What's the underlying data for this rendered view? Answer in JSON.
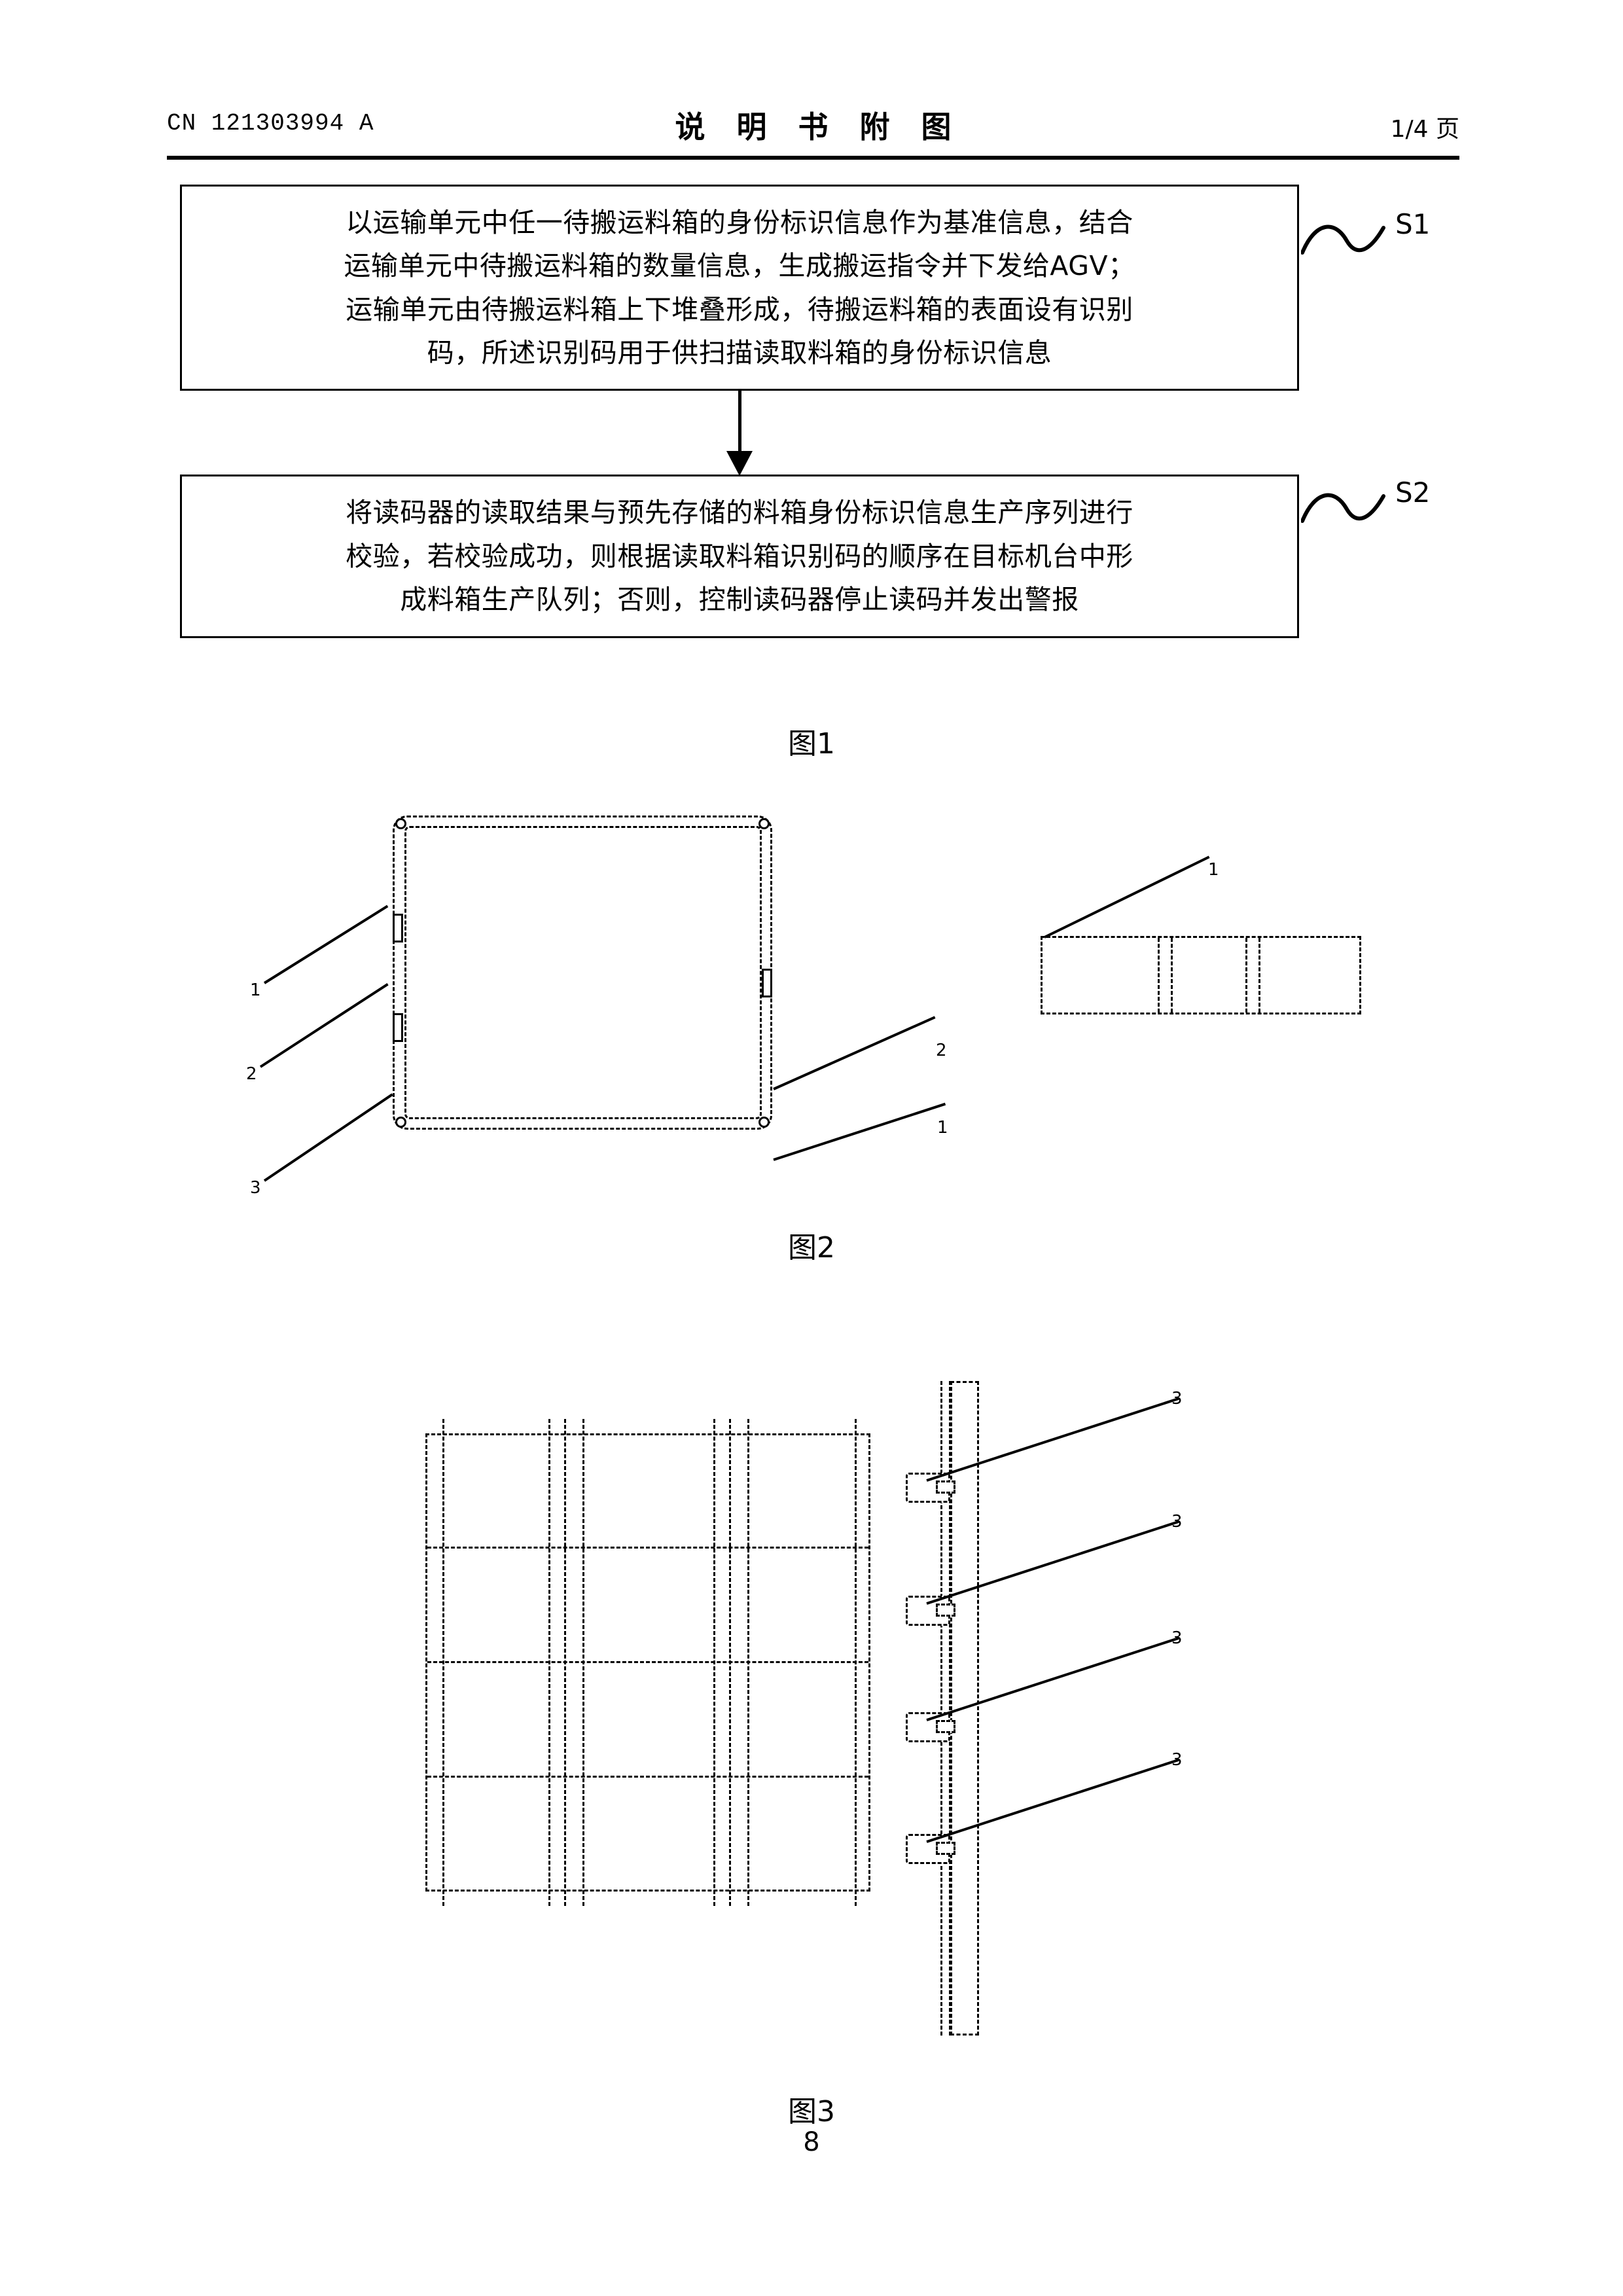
{
  "header": {
    "publication_number": "CN 121303994 A",
    "title": "说 明 书 附 图",
    "page_indicator": "1/4 页"
  },
  "footer": {
    "page_number": "8"
  },
  "figure1": {
    "caption": "图1",
    "steps": [
      {
        "id": "S1",
        "label": "S1",
        "text": "以运输单元中任一待搬运料箱的身份标识信息作为基准信息，结合\n运输单元中待搬运料箱的数量信息，生成搬运指令并下发给AGV；\n运输单元由待搬运料箱上下堆叠形成，待搬运料箱的表面设有识别\n码，所述识别码用于供扫描读取料箱的身份标识信息"
      },
      {
        "id": "S2",
        "label": "S2",
        "text": "将读码器的读取结果与预先存储的料箱身份标识信息生产序列进行\n校验，若校验成功，则根据读取料箱识别码的顺序在目标机台中形\n成料箱生产队列；否则，控制读码器停止读码并发出警报"
      }
    ]
  },
  "figure2": {
    "caption": "图2",
    "reference_numerals": [
      "1",
      "2",
      "3",
      "1",
      "2",
      "1"
    ],
    "left_view_labels": [
      "1",
      "2",
      "3"
    ],
    "right_view_labels": [
      "2",
      "1",
      "1"
    ]
  },
  "figure3": {
    "caption": "图3",
    "reference_numerals": [
      "3",
      "3",
      "3",
      "3"
    ],
    "grid_columns": 3,
    "grid_rows": 4,
    "rail_bracket_count": 4
  },
  "colors": {
    "ink": "#000000",
    "paper": "#ffffff"
  }
}
